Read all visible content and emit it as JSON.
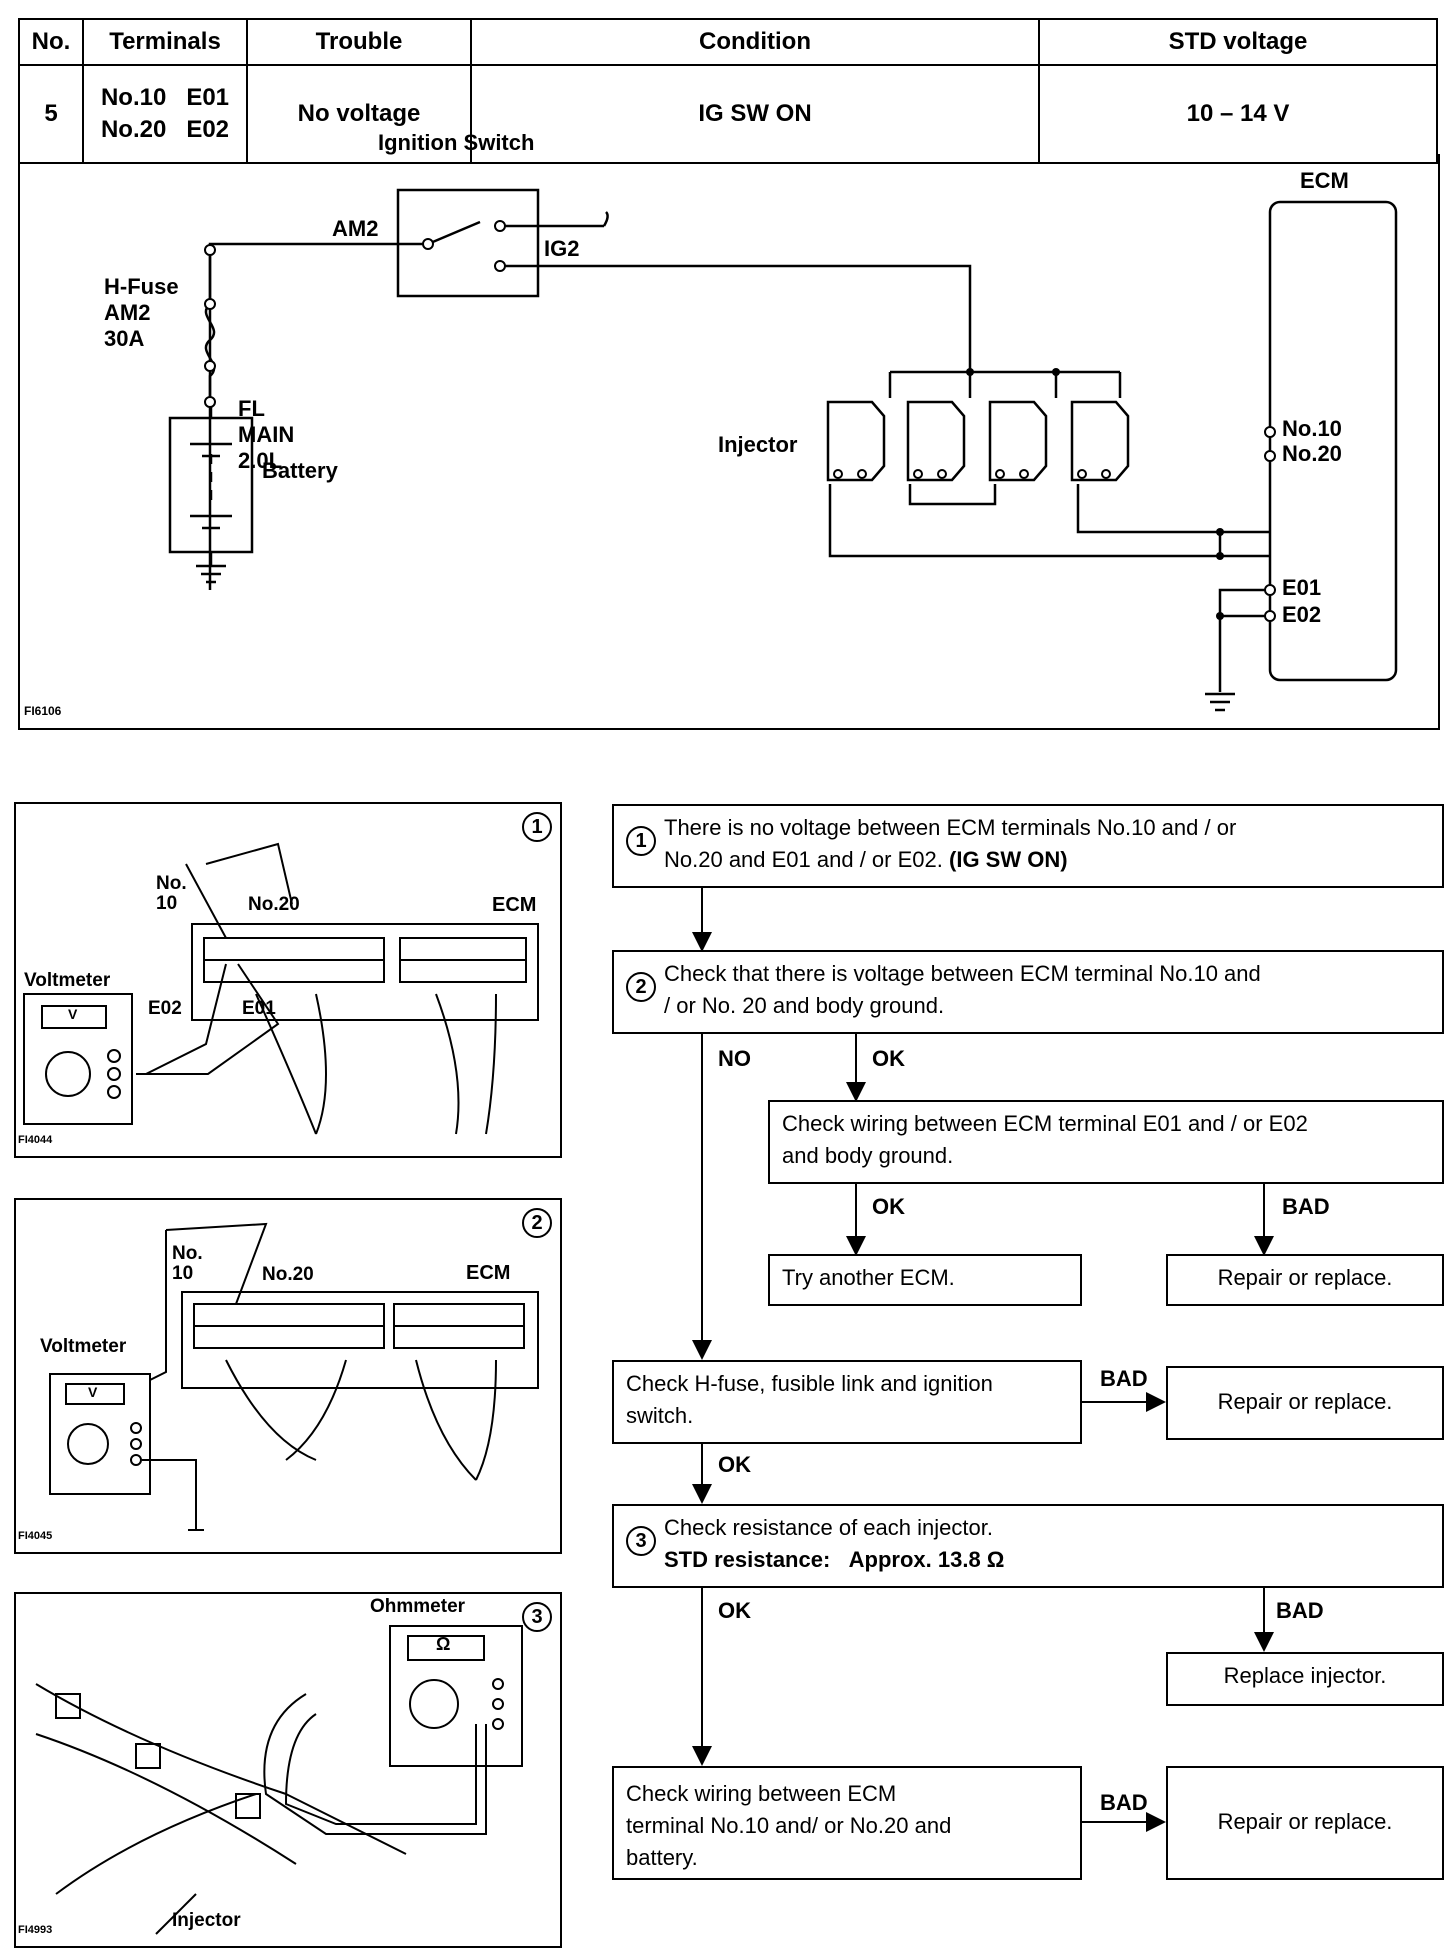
{
  "spec_table": {
    "headers": [
      "No.",
      "Terminals",
      "Trouble",
      "Condition",
      "STD voltage"
    ],
    "no": "5",
    "terminal_1": "No.10",
    "terminal_1b": "E01",
    "terminal_2": "No.20",
    "terminal_2b": "E02",
    "trouble": "No voltage",
    "condition": "IG SW ON",
    "std_voltage": "10 – 14 V"
  },
  "wiring": {
    "ignition_switch": "Ignition Switch",
    "am2": "AM2",
    "ig2": "IG2",
    "hfuse_1": "H-Fuse",
    "hfuse_2": "AM2",
    "hfuse_3": "30A",
    "fl_1": "FL",
    "fl_2": "MAIN",
    "fl_3": "2.0L",
    "battery": "Battery",
    "injector": "Injector",
    "ecm": "ECM",
    "pins": [
      "No.10",
      "No.20",
      "E01",
      "E02"
    ],
    "fig_code": "FI6106"
  },
  "panels": {
    "p1": {
      "num": "1",
      "no_label_1": "No.",
      "no_label_2": "10",
      "no20": "No.20",
      "ecm": "ECM",
      "voltmeter": "Voltmeter",
      "v": "V",
      "e02": "E02",
      "e01": "E01",
      "code": "FI4044"
    },
    "p2": {
      "num": "2",
      "no_label_1": "No.",
      "no_label_2": "10",
      "no20": "No.20",
      "ecm": "ECM",
      "voltmeter": "Voltmeter",
      "v": "V",
      "code": "FI4045"
    },
    "p3": {
      "num": "3",
      "ohmmeter": "Ohmmeter",
      "omega": "Ω",
      "injector": "Injector",
      "code": "FI4993"
    }
  },
  "flow": {
    "step1_num": "1",
    "step1_a": "There is no voltage between ECM terminals No.10 and / or",
    "step1_b": "No.20 and E01 and / or E02.",
    "step1_c": "(IG SW ON)",
    "step2_num": "2",
    "step2_a": "Check that there is voltage  between ECM terminal No.10 and",
    "step2_b": "/ or No. 20 and body ground.",
    "no": "NO",
    "ok": "OK",
    "bad": "BAD",
    "wiring_e_a": "Check wiring between ECM terminal E01 and / or E02",
    "wiring_e_b": "and body ground.",
    "try_ecm": "Try another ECM.",
    "repair": "Repair or replace.",
    "hfuse_a": "Check H-fuse, fusible link and ignition",
    "hfuse_b": "switch.",
    "step3_num": "3",
    "step3_a": "Check resistance of each injector.",
    "step3_b": "STD resistance:",
    "step3_c": "Approx. 13.8 Ω",
    "replace_inj": "Replace injector.",
    "wiring_bat_a": "Check wiring between ECM",
    "wiring_bat_b": "terminal No.10 and/ or No.20 and",
    "wiring_bat_c": "battery."
  }
}
